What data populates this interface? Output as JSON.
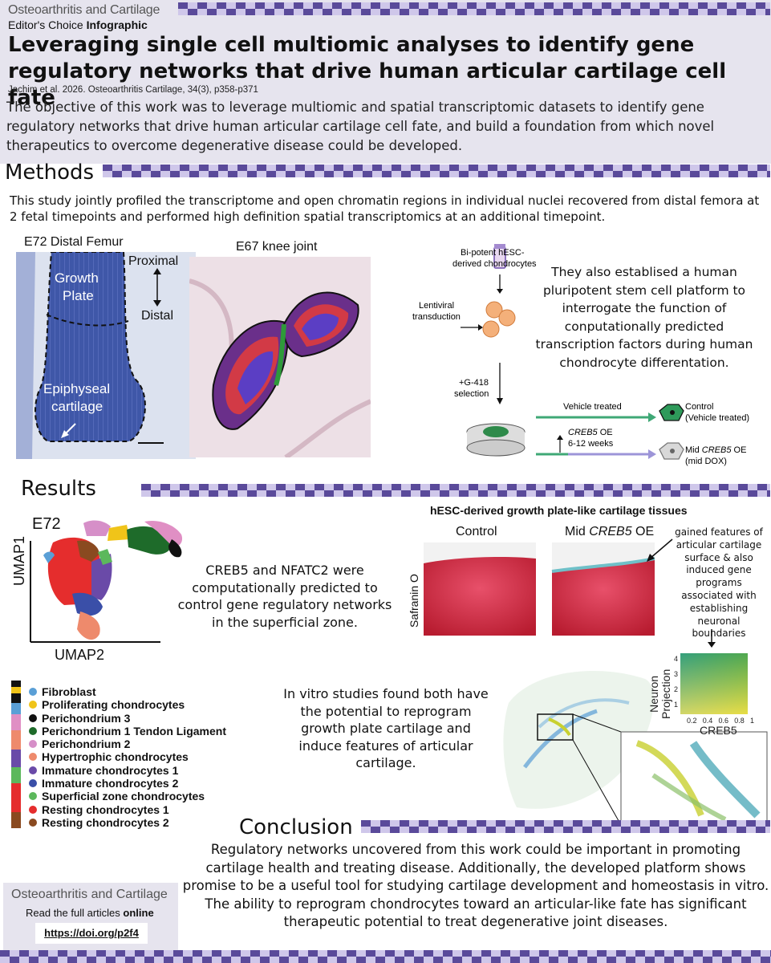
{
  "header": {
    "journal_part1": "Osteoarthritis",
    "journal_part2": " and ",
    "journal_part3": "Cartilage",
    "subtitle_prefix": "Editor's Choice ",
    "subtitle_bold": "Infographic",
    "title": "Leveraging single cell multiomic analyses to identify gene regulatory networks that drive human articular cartilage cell fate",
    "citation": "Jachim et al. 2026. Osteoarthritis Cartilage, 34(3), p358-p371",
    "objective": "The objective of this work was to leverage multiomic and spatial transcriptomic datasets to identify gene regulatory networks that drive human articular cartilage cell fate, and build a foundation from which novel therapeutics to overcome degenerative disease could be developed."
  },
  "methods": {
    "heading": "Methods",
    "text": "This study jointly profiled the transcriptome and open chromatin regions in individual nuclei recovered from distal femora at 2 fetal timepoints and performed high definition spatial transcriptomics at an additional timepoint.",
    "femur": {
      "title": "E72 Distal Femur",
      "proximal": "Proximal",
      "distal": "Distal",
      "growth_plate_line1": "Growth",
      "growth_plate_line2": "Plate",
      "epiphyseal_line1": "Epiphyseal",
      "epiphyseal_line2": "cartilage"
    },
    "knee": {
      "title": "E67 knee joint"
    },
    "workflow": {
      "cells_line1": "Bi-potent hESC-",
      "cells_line2": "derived chondrocytes",
      "lenti_line1": "Lentiviral",
      "lenti_line2": "transduction",
      "selection_line1": "+G-418",
      "selection_line2": "selection",
      "vehicle": "Vehicle treated",
      "oe_gene": "CREB5",
      "oe_suffix": " OE",
      "weeks": "6-12 weeks",
      "control_line1": "Control",
      "control_line2": "(Vehicle treated)",
      "mid_prefix": "Mid ",
      "mid_gene": "CREB5",
      "mid_suffix": " OE",
      "mid_line2": "(mid DOX)"
    },
    "platform_text": "They also establised a human pluripotent stem cell platform to interrogate the function of conputationally predicted transcription factors during human chondrocyte differentation."
  },
  "results": {
    "heading": "Results",
    "umap": {
      "title": "E72",
      "ylabel": "UMAP1",
      "xlabel": "UMAP2"
    },
    "creb5_text": "CREB5 and NFATC2 were computationally predicted to control gene regulatory networks in the superficial zone.",
    "hesc": {
      "title": "hESC-derived growth plate-like cartilage tissues",
      "control": "Control",
      "mid_prefix": "Mid ",
      "mid_gene": "CREB5",
      "mid_suffix": " OE",
      "stain": "Safranin O",
      "annotation": "gained features of articular cartilage surface & also induced gene programs associated with establishing neuronal boundaries"
    },
    "legend": [
      {
        "label": "Fibroblast",
        "color": "#5a9fd6"
      },
      {
        "label": "Proliferating chondrocytes",
        "color": "#f0c419"
      },
      {
        "label": "Perichondrium 3",
        "color": "#111111"
      },
      {
        "label": "Perichondrium 1 Tendon Ligament",
        "color": "#1e6b2a"
      },
      {
        "label": "Perichondrium 2",
        "color": "#d68fc8"
      },
      {
        "label": "Hypertrophic chondrocytes",
        "color": "#ee8a6c"
      },
      {
        "label": "Immature chondrocytes 1",
        "color": "#6a4aa8"
      },
      {
        "label": "Immature chondrocytes 2",
        "color": "#3a4fa8"
      },
      {
        "label": "Superficial zone chondrocytes",
        "color": "#5cb85c"
      },
      {
        "label": "Resting chondrocytes 1",
        "color": "#e52d2d"
      },
      {
        "label": "Resting chondrocytes 2",
        "color": "#8a4a20"
      }
    ],
    "invitro_text": "In vitro studies found both have the potential to reprogram growth plate cartilage and induce features of articular cartilage.",
    "spatial": {
      "ylabel_line1": "Neuron",
      "ylabel_line2": "Projection",
      "xlabel": "CREB5",
      "xticks": [
        "0.2",
        "0.4",
        "0.6",
        "0.8",
        "1"
      ],
      "yticks": [
        "1",
        "2",
        "3",
        "4"
      ]
    }
  },
  "conclusion": {
    "heading": "Conclusion",
    "text": "Regulatory networks uncovered from this work could be important in promoting cartilage health and treating disease. Additionally, the developed platform shows promise to be a useful tool for studying cartilage development and homeostasis in vitro. The ability to reprogram chondrocytes toward an articular-like fate has significant therapeutic potential to treat degenerative joint diseases."
  },
  "footer": {
    "journal_part1": "Osteoarthritis",
    "journal_part2": " and ",
    "journal_part3": "Cartilage",
    "read_prefix": "Read the full articles ",
    "read_bold": "online",
    "link": "https://doi.org/p2f4"
  },
  "colors": {
    "header_bg": "#e6e4ee",
    "checker_dark": "#5a4a9a",
    "checker_light": "#c9c1e6",
    "toluidine": "#3f57a8",
    "safranin": "#cf2c3c"
  }
}
